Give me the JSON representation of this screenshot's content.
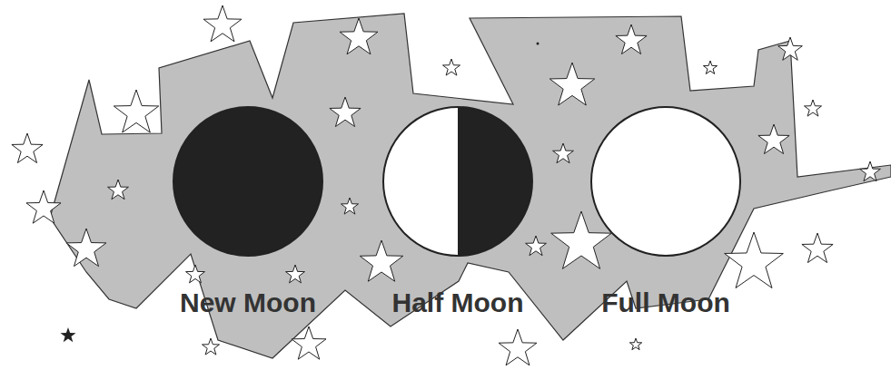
{
  "diagram": {
    "nodes": [
      {
        "text": [
          "New Moon"
        ]
      },
      {
        "text": [
          "Half Moon"
        ]
      },
      {
        "text": [
          "Full Moon"
        ]
      }
    ]
  }
}
